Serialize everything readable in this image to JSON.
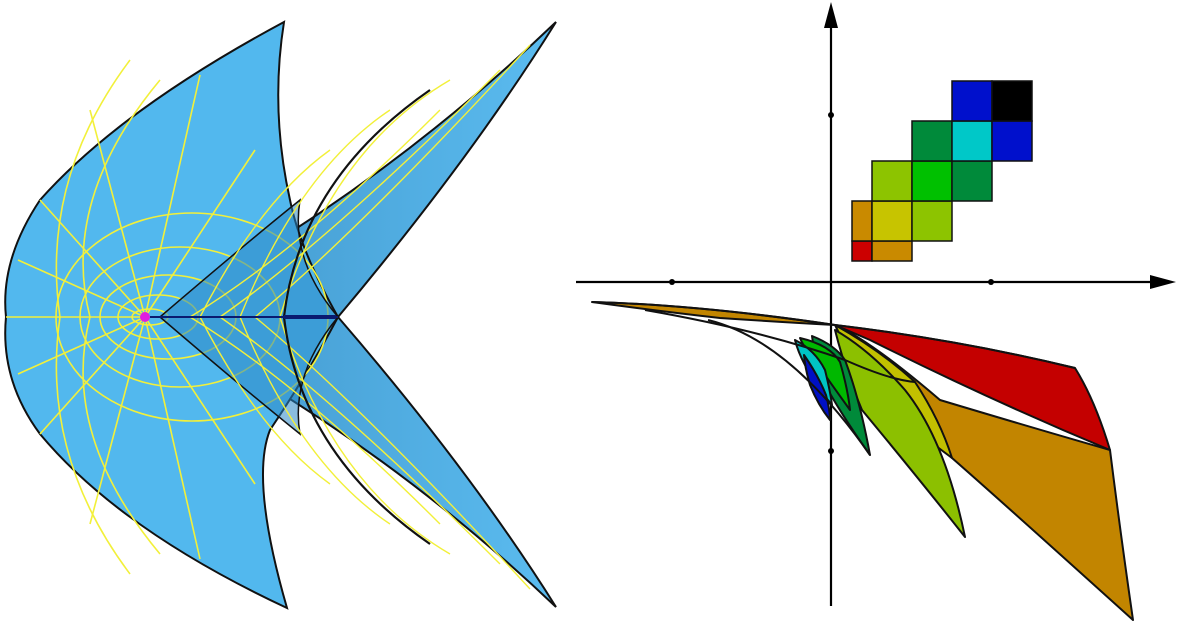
{
  "figure": {
    "left_panel": {
      "surface_color": "#52b8ee",
      "surface_dark": "#4aa0d2",
      "grid_color": "#f2f03a",
      "outline_color": "#111111",
      "focus_point_color": "#e01ee0",
      "ridge_color": "#0a1a70"
    },
    "right_panel": {
      "axis_color": "#000000",
      "grid_cells": [
        {
          "col": 0,
          "row": 0,
          "color": "#cc0000"
        },
        {
          "col": 1,
          "row": 0,
          "color": "#c98a00"
        },
        {
          "col": 0,
          "row": 1,
          "color": "#c98a00"
        },
        {
          "col": 1,
          "row": 1,
          "color": "#c7c400"
        },
        {
          "col": 2,
          "row": 1,
          "color": "#8dc400"
        },
        {
          "col": 1,
          "row": 2,
          "color": "#8dc400"
        },
        {
          "col": 2,
          "row": 2,
          "color": "#00c000"
        },
        {
          "col": 3,
          "row": 2,
          "color": "#008a3a"
        },
        {
          "col": 2,
          "row": 3,
          "color": "#008a3a"
        },
        {
          "col": 3,
          "row": 3,
          "color": "#00c8c8"
        },
        {
          "col": 4,
          "row": 3,
          "color": "#0010cc"
        },
        {
          "col": 3,
          "row": 4,
          "color": "#0010cc"
        },
        {
          "col": 4,
          "row": 4,
          "color": "#000000"
        }
      ],
      "image_regions": [
        {
          "name": "red",
          "color": "#c40000"
        },
        {
          "name": "orange",
          "color": "#c28500"
        },
        {
          "name": "yellow",
          "color": "#c2c000"
        },
        {
          "name": "lime",
          "color": "#8cc000"
        },
        {
          "name": "green",
          "color": "#00b800"
        },
        {
          "name": "dark-green",
          "color": "#008a3a"
        },
        {
          "name": "cyan",
          "color": "#00c4c4"
        },
        {
          "name": "blue",
          "color": "#0010c4"
        }
      ]
    }
  }
}
